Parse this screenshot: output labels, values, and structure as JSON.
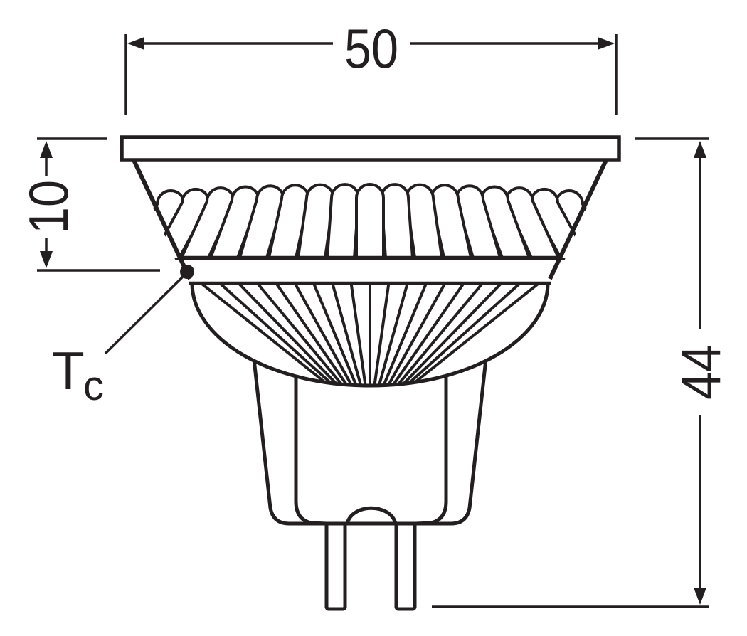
{
  "dimensions": {
    "diameter": "50",
    "face_to_tc": "10",
    "overall_length": "44"
  },
  "tc_label": {
    "main": "T",
    "sub": "c"
  },
  "colors": {
    "line": "#231f20",
    "background": "#ffffff"
  }
}
